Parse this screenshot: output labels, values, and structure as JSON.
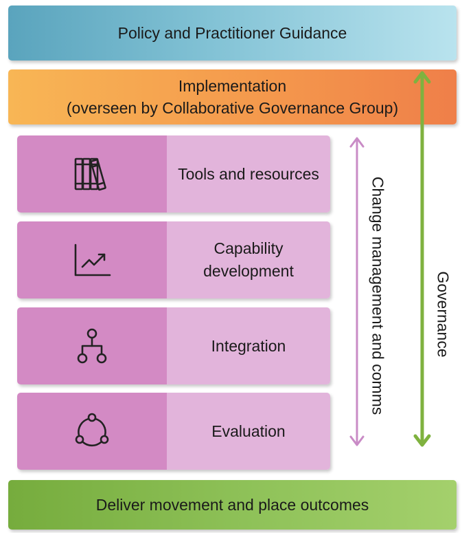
{
  "top": {
    "line1": "Policy and Practitioner Guidance"
  },
  "implementation": {
    "line1": "Implementation",
    "line2": "(overseen by Collaborative Governance Group)"
  },
  "cards": [
    {
      "lines": [
        "Tools and resources"
      ],
      "icon": "books-icon"
    },
    {
      "lines": [
        "Capability",
        "development"
      ],
      "icon": "line-chart-icon"
    },
    {
      "lines": [
        "Integration"
      ],
      "icon": "hierarchy-icon"
    },
    {
      "lines": [
        "Evaluation"
      ],
      "icon": "cycle-icon"
    }
  ],
  "side_labels": {
    "change": "Change management and comms",
    "governance": "Governance"
  },
  "bottom": {
    "line1": "Deliver movement and place outcomes"
  },
  "colors": {
    "policy": "#82c2d5",
    "implementation": "#f4974c",
    "card_dark": "#d38ac4",
    "card_light": "#e2b4db",
    "deliver": "#8fc259",
    "change_arrow": "#c98bc6",
    "governance_arrow": "#7fb23f"
  }
}
